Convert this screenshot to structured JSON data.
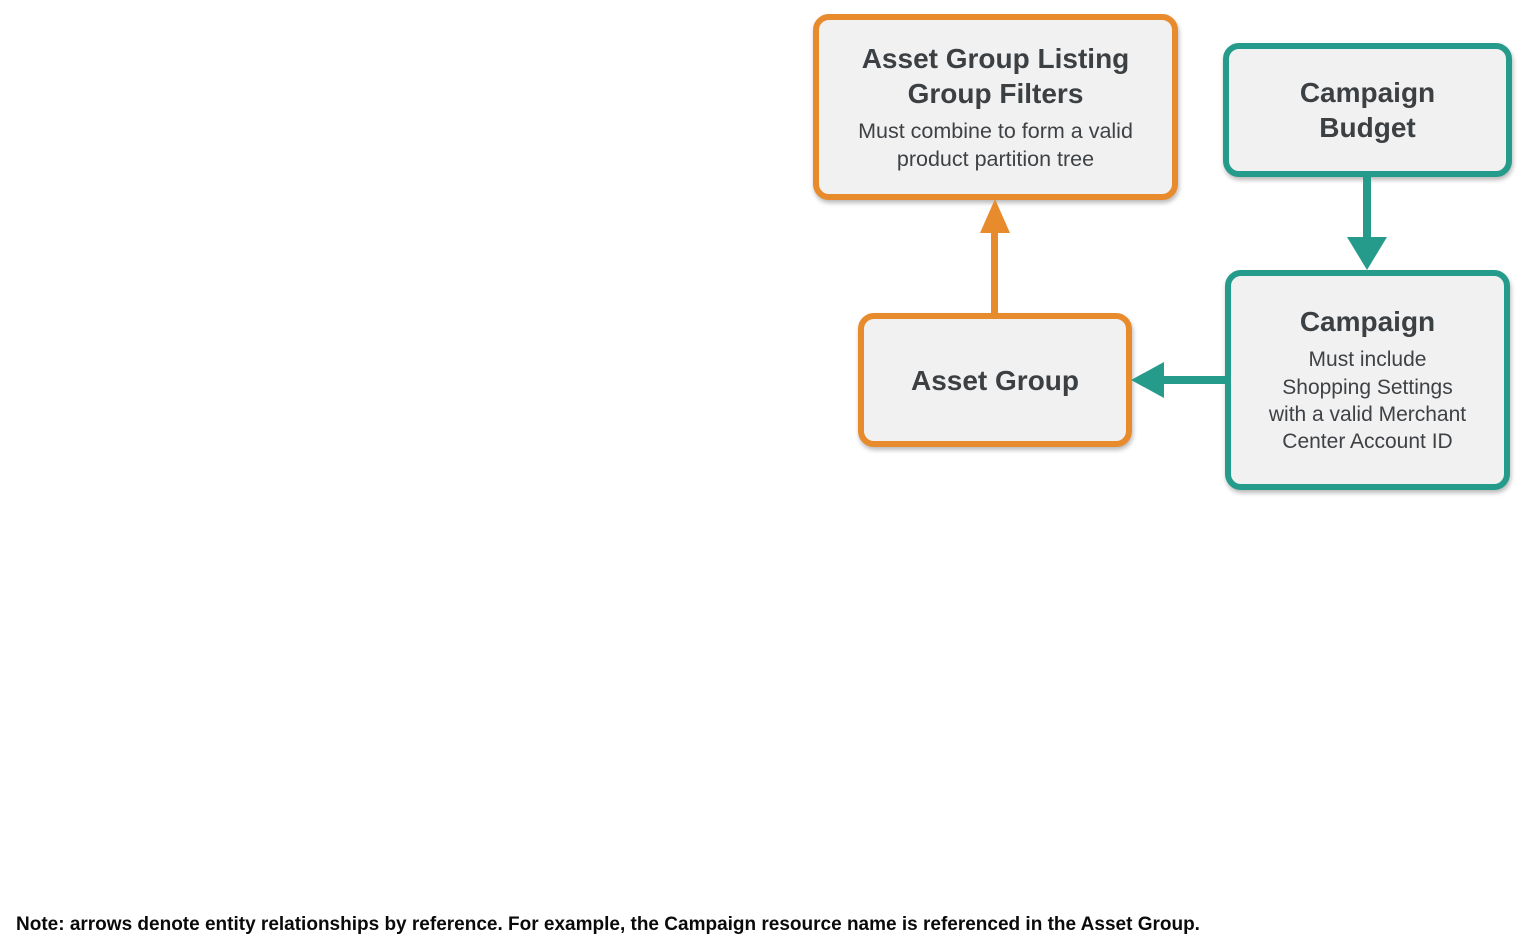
{
  "theme": {
    "orange": "#E78B2D",
    "teal": "#259B8B",
    "box_bg": "#F1F1F2",
    "title_color": "#3C4043",
    "subtitle_color": "#3F4245",
    "note_color": "#0A0A0A"
  },
  "diagram": {
    "boxes": [
      {
        "id": "asset-group-listing-group-filters",
        "title": "Asset Group Listing Group Filters",
        "subtitle": "Must combine to form a valid product partition tree",
        "accent": "orange"
      },
      {
        "id": "campaign-budget",
        "title": "Campaign Budget",
        "subtitle": "",
        "accent": "teal"
      },
      {
        "id": "asset-group",
        "title": "Asset Group",
        "subtitle": "",
        "accent": "orange"
      },
      {
        "id": "campaign",
        "title": "Campaign",
        "subtitle": "Must include Shopping Settings with a valid Merchant Center Account ID",
        "accent": "teal"
      }
    ],
    "arrows": [
      {
        "from": "asset-group",
        "to": "asset-group-listing-group-filters",
        "color": "orange",
        "direction": "up"
      },
      {
        "from": "campaign-budget",
        "to": "campaign",
        "color": "teal",
        "direction": "down"
      },
      {
        "from": "campaign",
        "to": "asset-group",
        "color": "teal",
        "direction": "left"
      }
    ]
  },
  "note": "Note: arrows denote entity relationships by reference. For example, the Campaign resource name is referenced in the Asset Group."
}
